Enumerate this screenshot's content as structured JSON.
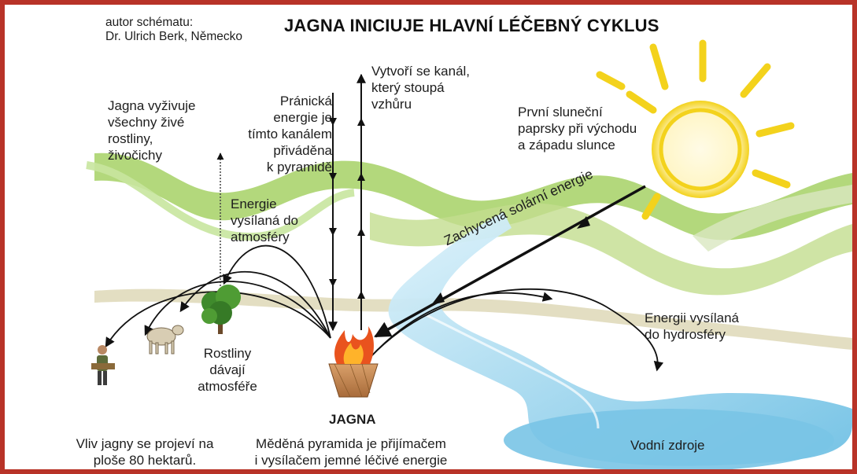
{
  "title": "JAGNA INICIUJE HLAVNÍ LÉČEBNÝ CYKLUS",
  "author": "autor schématu:\nDr. Ulrich Berk, Německo",
  "labels": {
    "nourish": "Jagna vyživuje\nvšechny živé\nrostliny,\nživočichy",
    "pranic": "Pránická\nenergie je\ntímto kanálem\npřiváděna\nk pyramidě",
    "channel": "Vytvoří se kanál,\nkterý stoupá\nvzhůru",
    "sunrays": "První sluneční\npaprsky  při východu\na západu slunce",
    "atmosphere": "Energie\nvysílaná do\natmosféry",
    "solar": "Zachycená solární energie",
    "plants": "Rostliny\ndávají\natmosféře",
    "hydrosphere": "Energii vysílaná\ndo hydrosféry",
    "jagna": "JAGNA",
    "influence": "Vliv jagny se projeví na\nploše 80 hektarů.",
    "pyramid": "Měděná pyramida je přijímačem\ni vysílačem jemné léčivé energie",
    "water": "Vodní zdroje"
  },
  "colors": {
    "frame": "#b83328",
    "hills": "#9ccb5a",
    "water": "#7cc7e6",
    "sun": "#f3d21c",
    "fire": "#e9531e"
  },
  "icons": [
    "sun-icon",
    "fire-pyramid-icon",
    "tree-icon",
    "cow-icon",
    "person-icon"
  ]
}
